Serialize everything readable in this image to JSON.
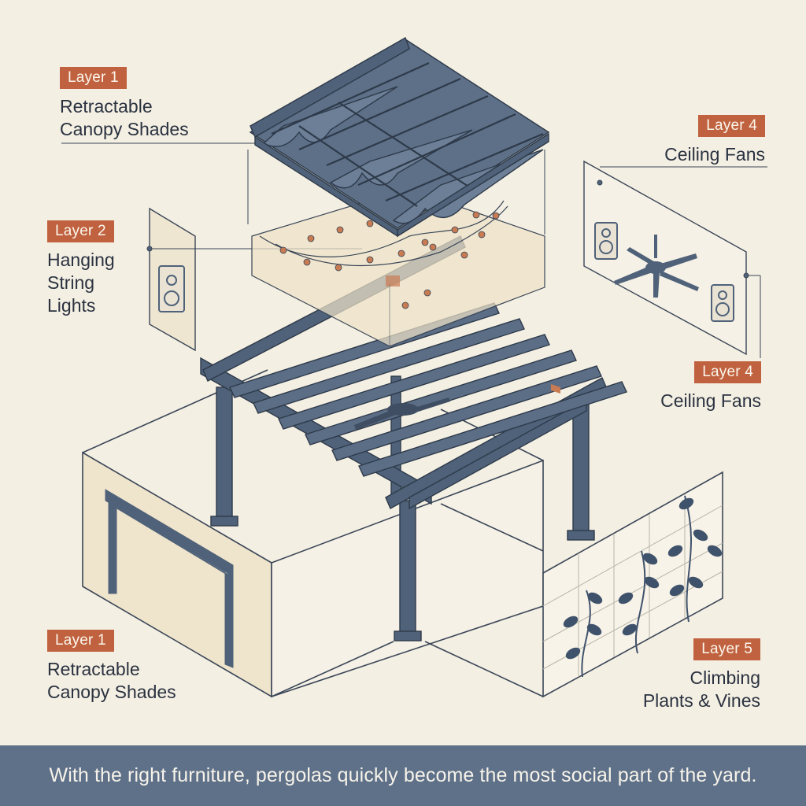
{
  "callouts": [
    {
      "id": "l1-top",
      "badge": "Layer 1",
      "text": [
        "Retractable",
        "Canopy Shades"
      ]
    },
    {
      "id": "l2",
      "badge": "Layer 2",
      "text": [
        "Hanging",
        "String",
        "Lights"
      ]
    },
    {
      "id": "l4-top",
      "badge": "Layer 4",
      "text": [
        "Ceiling Fans"
      ]
    },
    {
      "id": "l4-mid",
      "badge": "Layer 4",
      "text": [
        "Ceiling Fans"
      ]
    },
    {
      "id": "l1-bottom",
      "badge": "Layer 1",
      "text": [
        "Retractable",
        "Canopy Shades"
      ]
    },
    {
      "id": "l5",
      "badge": "Layer 5",
      "text": [
        "Climbing",
        "Plants & Vines"
      ]
    }
  ],
  "footer": {
    "caption": "With the right furniture, pergolas quickly become the most social part of the yard."
  },
  "colors": {
    "background": "#f4efe3",
    "steel": "#4f6279",
    "badge": "#c0623f",
    "footer": "#5f7189",
    "panel": "#efe4cc",
    "leaf": "#3f526b"
  }
}
